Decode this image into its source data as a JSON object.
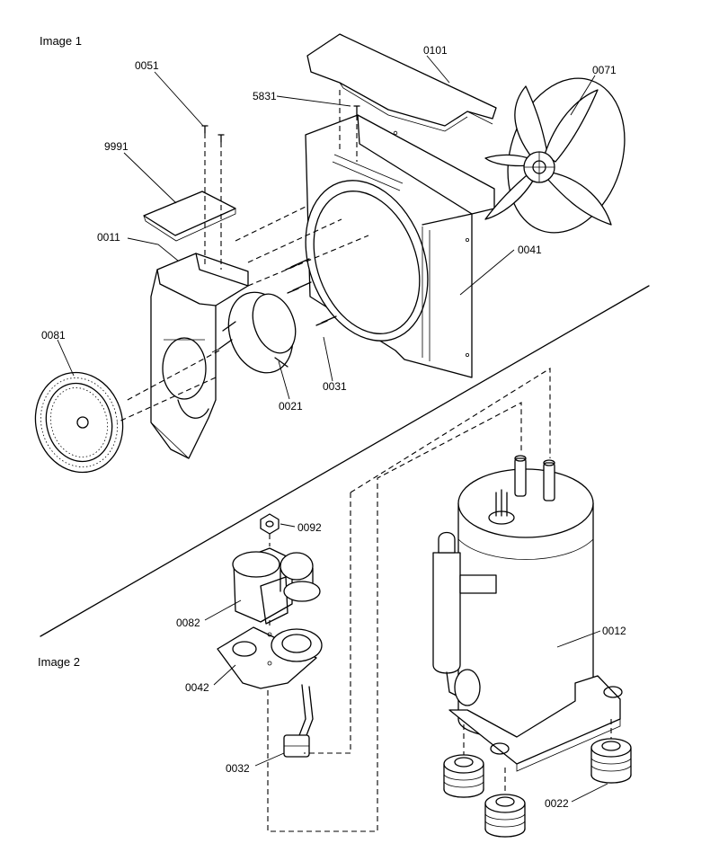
{
  "sections": [
    {
      "id": "image1",
      "title": "Image 1"
    },
    {
      "id": "image2",
      "title": "Image 2"
    }
  ],
  "parts": [
    {
      "id": "p0051",
      "label": "0051"
    },
    {
      "id": "p9991",
      "label": "9991"
    },
    {
      "id": "p0011",
      "label": "0011"
    },
    {
      "id": "p0081",
      "label": "0081"
    },
    {
      "id": "p5831",
      "label": "5831"
    },
    {
      "id": "p0101",
      "label": "0101"
    },
    {
      "id": "p0071",
      "label": "0071"
    },
    {
      "id": "p0041",
      "label": "0041"
    },
    {
      "id": "p0021",
      "label": "0021"
    },
    {
      "id": "p0031",
      "label": "0031"
    },
    {
      "id": "p0092",
      "label": "0092"
    },
    {
      "id": "p0082",
      "label": "0082"
    },
    {
      "id": "p0042",
      "label": "0042"
    },
    {
      "id": "p0032",
      "label": "0032"
    },
    {
      "id": "p0012",
      "label": "0012"
    },
    {
      "id": "p0022",
      "label": "0022"
    }
  ]
}
